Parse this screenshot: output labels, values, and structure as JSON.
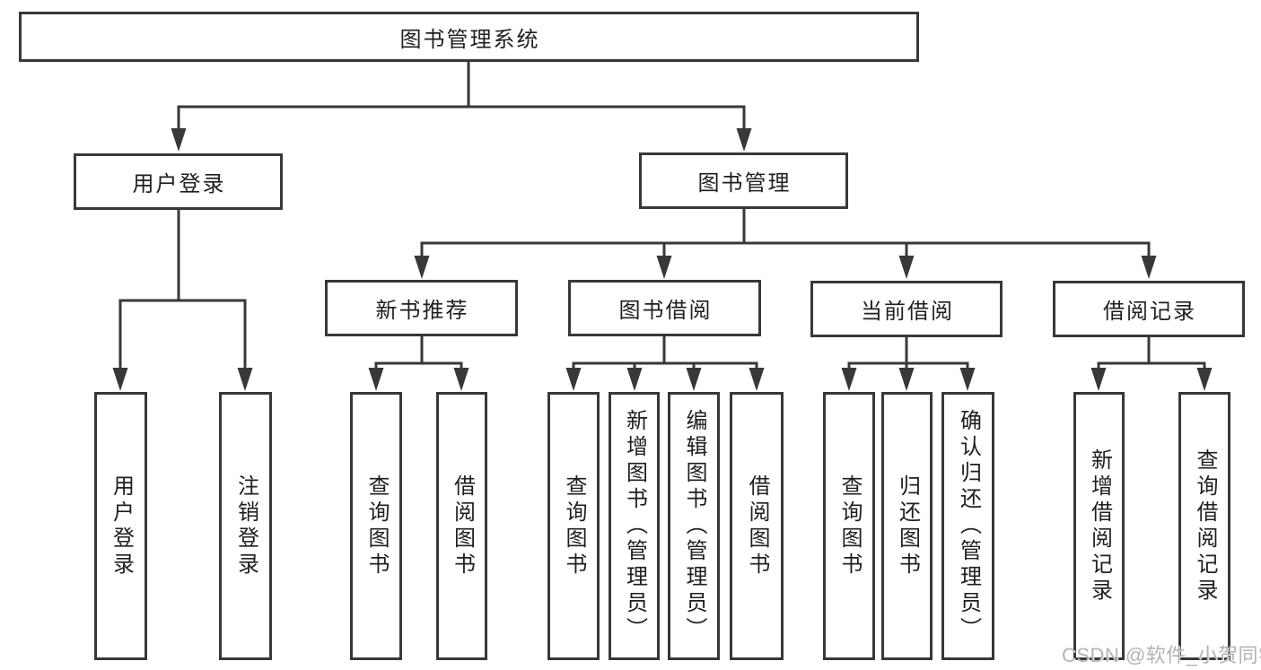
{
  "tree": {
    "root": "图书管理系统",
    "branches": [
      {
        "label": "用户登录",
        "children": [
          "用户登录",
          "注销登录"
        ]
      },
      {
        "label": "图书管理",
        "groups": [
          {
            "label": "新书推荐",
            "children": [
              "查询图书",
              "借阅图书"
            ]
          },
          {
            "label": "图书借阅",
            "children": [
              "查询图书",
              "新增图书（管理员）",
              "编辑图书（管理员）",
              "借阅图书"
            ]
          },
          {
            "label": "当前借阅",
            "children": [
              "查询图书",
              "归还图书",
              "确认归还（管理员）"
            ]
          },
          {
            "label": "借阅记录",
            "children": [
              "新增借阅记录",
              "查询借阅记录"
            ]
          }
        ]
      }
    ]
  },
  "watermark": {
    "text": "CSDN @软件_小贺同学"
  },
  "colors": {
    "line": "#383838",
    "text": "#1f1f1f",
    "watermark": "#b3b3b3",
    "bg": "#ffffff"
  }
}
